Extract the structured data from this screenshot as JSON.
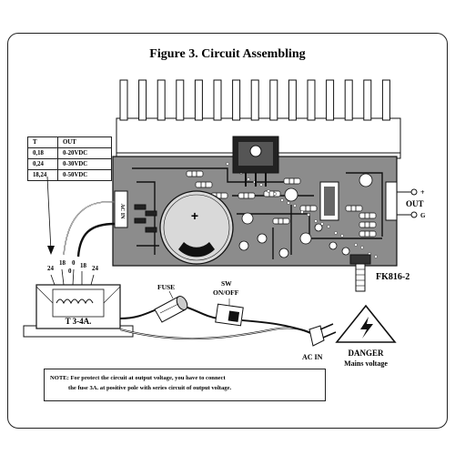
{
  "figure": {
    "title": "Figure 3. Circuit Assembling"
  },
  "voltage_table": {
    "headers": [
      "T",
      "OUT"
    ],
    "rows": [
      [
        "0,18",
        "0-20VDC"
      ],
      [
        "0,24",
        "0-30VDC"
      ],
      [
        "18,24",
        "0-50VDC"
      ]
    ]
  },
  "transformer": {
    "label": "T 3-4A.",
    "taps": [
      "24",
      "18",
      "0",
      "0",
      "18",
      "24"
    ]
  },
  "fuse": {
    "label": "FUSE"
  },
  "switch": {
    "label_line1": "SW",
    "label_line2": "ON/OFF"
  },
  "ac_in": {
    "label": "AC IN"
  },
  "board": {
    "model": "FK816-2",
    "ac_in_marking": "AC IN",
    "output_label": "OUT",
    "plus_label": "+",
    "ground_label": "G"
  },
  "danger": {
    "line1": "DANGER",
    "line2": "Mains voltage"
  },
  "note": {
    "line1": "NOTE: For protect the circuit at output voltage, you have to connect",
    "line2": "the fuse 3A. at positive pole with series circuit of output voltage."
  },
  "colors": {
    "ink": "#111111",
    "board": "#8a8a8a",
    "heatsink": "#ffffff"
  }
}
